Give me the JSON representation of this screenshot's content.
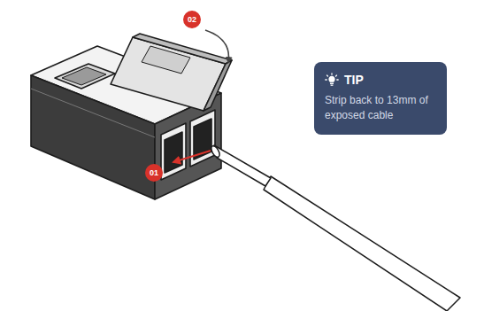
{
  "diagram": {
    "nodes": [
      {
        "text": [
          "02"
        ]
      },
      {
        "text": [
          "TIP",
          "Strip back to 13mm of exposed cable"
        ]
      },
      {
        "text": [
          "01"
        ]
      }
    ]
  }
}
